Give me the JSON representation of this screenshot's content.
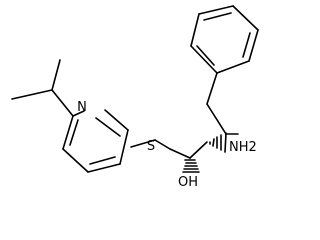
{
  "molecule": {
    "atoms": {
      "nitrogen": "N",
      "sulfur": "S",
      "amino": "NH2",
      "hydroxyl": "OH"
    }
  }
}
